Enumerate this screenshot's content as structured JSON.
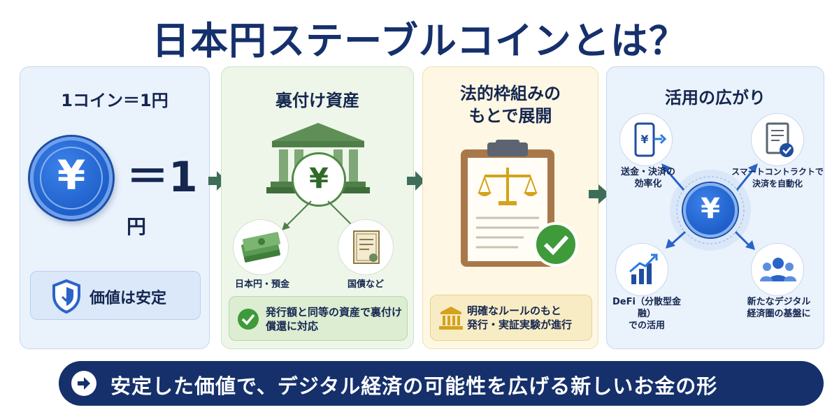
{
  "title": "日本円ステーブルコインとは？",
  "panels": {
    "one_coin": {
      "title": "1コイン＝1円",
      "coin_symbol": "¥",
      "equals": "＝1",
      "yen_unit": "円",
      "badge": "価値は安定"
    },
    "backing": {
      "title": "裏付け資産",
      "bank_symbol": "¥",
      "asset_cash": "日本円・預金",
      "asset_bonds": "国債など",
      "note_line1": "発行額と同等の資産で裏付け",
      "note_line2": "償還に対応"
    },
    "legal": {
      "title_line1": "法的枠組みの",
      "title_line2": "もとで展開",
      "note_line1": "明確なルールのもと",
      "note_line2": "発行・実証実験が進行"
    },
    "usage": {
      "title": "活用の広がり",
      "center_symbol": "¥",
      "items": [
        {
          "line1": "送金・決済の",
          "line2": "効率化",
          "icon": "smartphone-transfer-icon"
        },
        {
          "line1": "スマートコントラクトで",
          "line2": "決済を自動化",
          "icon": "contract-check-icon"
        },
        {
          "line1": "DeFi（分散型金融）",
          "line2": "での活用",
          "icon": "growth-chart-icon"
        },
        {
          "line1": "新たなデジタル",
          "line2": "経済圏の基盤に",
          "icon": "people-group-icon"
        }
      ]
    }
  },
  "banner": "安定した価値で、デジタル経済の可能性を広げる新しいお金の形",
  "colors": {
    "navy": "#15306b",
    "coin_blue": "#1f5fc9",
    "green": "#3f9a3a",
    "gold": "#d4a21c"
  }
}
